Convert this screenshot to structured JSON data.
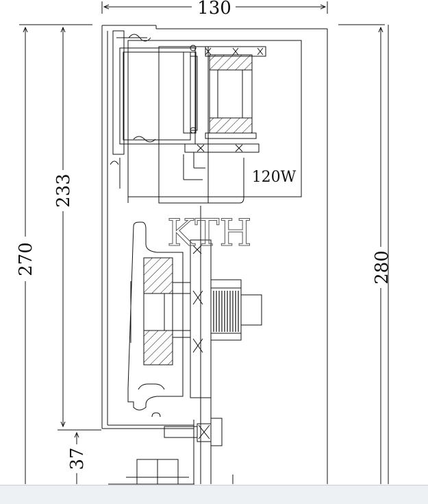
{
  "drawing": {
    "dimensions": {
      "top_width": "130",
      "left_outer_height": "270",
      "left_inner_height": "233",
      "left_lower_height": "37",
      "right_height": "280"
    },
    "motor_label": "120W",
    "watermark": "KTH",
    "colors": {
      "line": "#111111",
      "background": "#ffffff",
      "watermark": "#555555",
      "status_bar": "#eef1f4"
    }
  }
}
